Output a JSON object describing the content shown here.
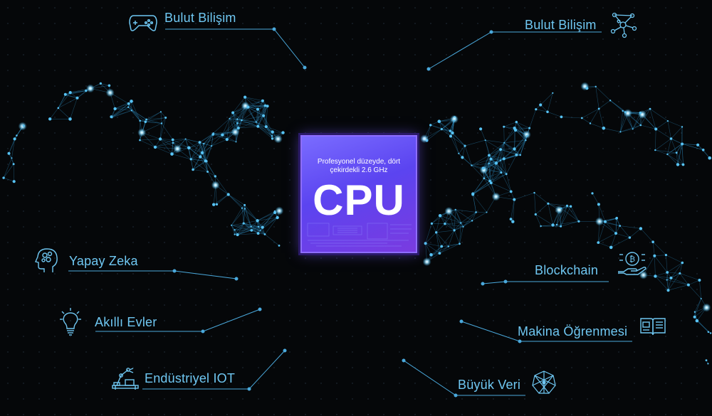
{
  "cpu": {
    "subtitle": "Profesyonel düzeyde, dört çekirdekli 2.6 GHz",
    "title": "CPU"
  },
  "labels": {
    "cloud_left": "Bulut Bilişim",
    "cloud_right": "Bulut Bilişim",
    "ai": "Yapay Zeka",
    "smart_home": "Akıllı Evler",
    "industrial_iot": "Endüstriyel IOT",
    "blockchain": "Blockchain",
    "machine_learning": "Makina Öğrenmesi",
    "big_data": "Büyük Veri"
  },
  "colors": {
    "background": "#050709",
    "accent": "#6fc7f2",
    "cpu": "#5b44f0"
  },
  "icons": {
    "cloud_left": "gamepad-icon",
    "cloud_right": "network-nodes-icon",
    "ai": "brain-head-icon",
    "smart_home": "lightbulb-icon",
    "industrial_iot": "robot-arm-icon",
    "blockchain": "coin-hand-icon",
    "machine_learning": "open-book-icon",
    "big_data": "polygon-network-icon"
  }
}
